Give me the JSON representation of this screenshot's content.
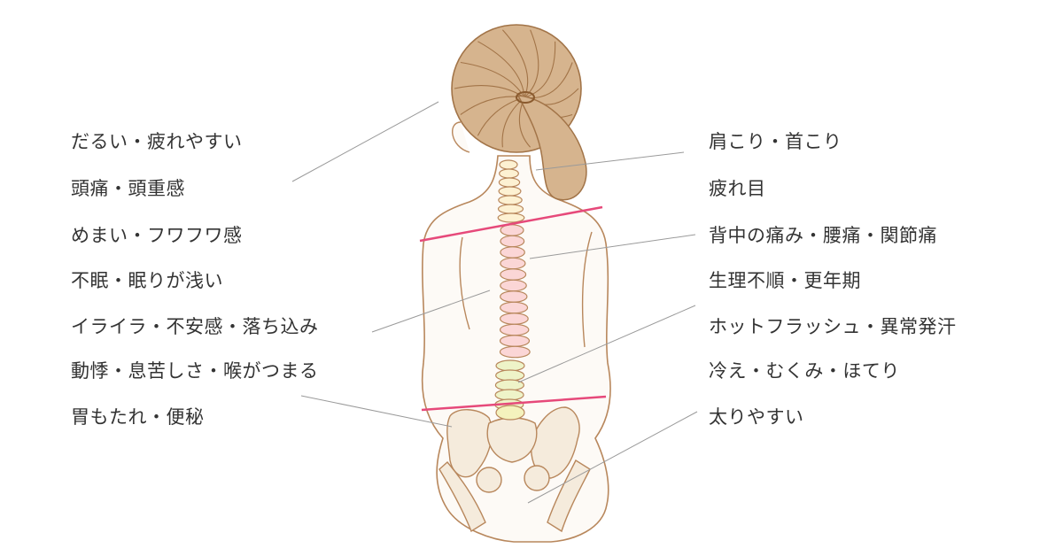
{
  "left_symptoms": [
    "だるい・疲れやすい",
    "頭痛・頭重感",
    "めまい・フワフワ感",
    "不眠・眠りが浅い",
    "イライラ・不安感・落ち込み",
    "動悸・息苦しさ・喉がつまる",
    "胃もたれ・便秘"
  ],
  "right_symptoms": [
    "肩こり・首こり",
    "疲れ目",
    "背中の痛み・腰痛・関節痛",
    "生理不順・更年期",
    "ホットフラッシュ・異常発汗",
    "冷え・むくみ・ほてり",
    "太りやすい"
  ],
  "colors": {
    "text": "#333333",
    "outline": "#b8875c",
    "skin": "#fdfaf6",
    "hair": "#d6b48e",
    "hair_line": "#a27448",
    "cervical": "#fdf1d2",
    "thoracic": "#fbd6d6",
    "lumbar": "#eef3c8",
    "sacrum": "#f4f2bd",
    "pelvis": "#f5ebdc",
    "marker": "#e6497a",
    "leader": "#9a9a9a"
  }
}
